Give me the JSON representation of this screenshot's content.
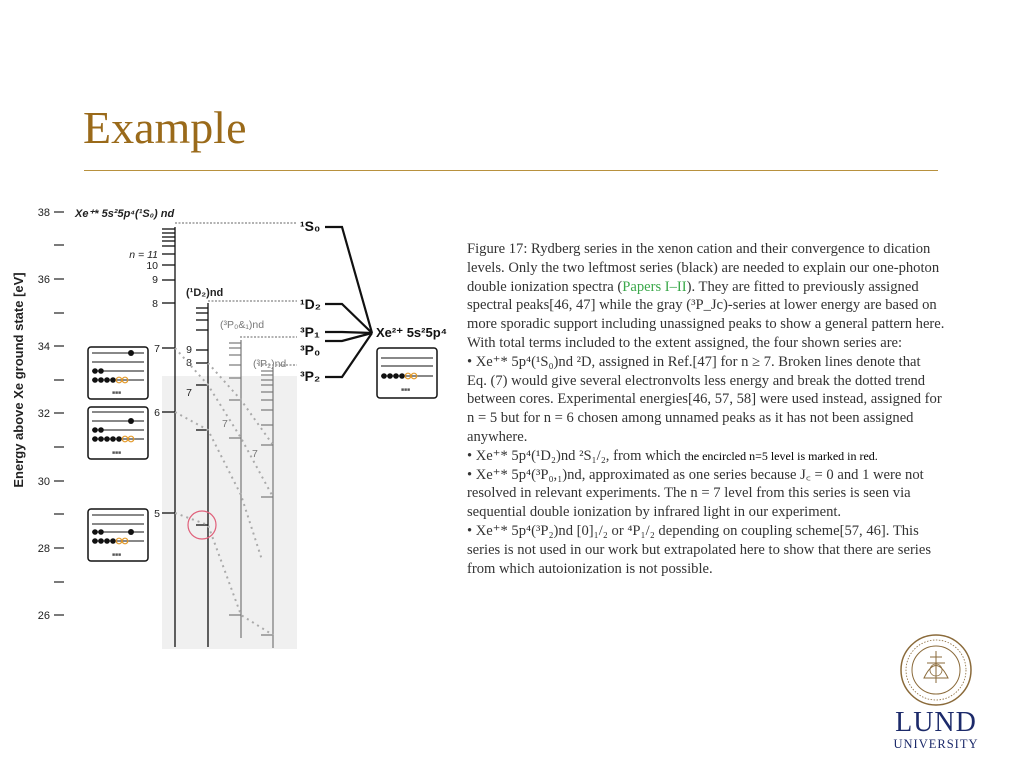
{
  "slide": {
    "title": "Example"
  },
  "diagram": {
    "ylabel": "Energy above Xe ground state [eV]",
    "yticks": [
      "38",
      "36",
      "34",
      "32",
      "30",
      "28",
      "26"
    ],
    "series_labels": {
      "s0": "Xe⁺* 5s²5p⁴(¹S₀) nd",
      "d2": "(¹D₂)nd",
      "p01": "(³P₀&₁)nd",
      "p2": "(³P₂)nd"
    },
    "level_labels": {
      "n11": "n = 11",
      "n10": "10",
      "n9": "9",
      "n8": "8",
      "n7": "7",
      "n6": "6",
      "n5": "5",
      "d9": "9",
      "d8": "8",
      "d7": "7",
      "p7": "7",
      "q7": "7"
    },
    "cation_states": {
      "s0": "¹S₀",
      "d2": "¹D₂",
      "p1": "³P₁",
      "p0": "³P₀",
      "p2": "³P₂"
    },
    "dication": "Xe²⁺ 5s²5p⁴",
    "dots": "■■■"
  },
  "caption": {
    "line1": "Figure 17: Rydberg series in the xenon cation and their convergence to dication",
    "line2": "levels. Only the two leftmost series (black) are needed to explain our one-photon",
    "line3a": "double ionization spectra (",
    "line3_link": "Papers I–II",
    "line3b": "). They are fitted to previously assigned",
    "line4": "spectral peaks[46, 47] while the gray (³P_Jc)-series at lower energy are based on",
    "line5": "more sporadic support including unassigned peaks to show a general pattern here.",
    "line6": "With total terms included to the extent assigned, the four shown series are:",
    "line7": "• Xe⁺* 5p⁴(¹S₀)nd ²D, assigned in Ref.[47] for n ≥ 7. Broken lines denote that",
    "line8": "Eq. (7) would give several electronvolts less energy and break the dotted trend",
    "line9": "between cores. Experimental energies[46, 57, 58] were used instead, assigned for",
    "line10": "n = 5 but for n = 6 chosen among unnamed peaks as it has not been assigned",
    "line11": "anywhere.",
    "line12": "• Xe⁺* 5p⁴(¹D₂)nd ²S₁/₂, from which",
    "line12_note": "the encircled n=5 level is marked in red.",
    "line13": "• Xe⁺* 5p⁴(³P₀,₁)nd, approximated as one series because J꜀ = 0 and 1 were not",
    "line14": "resolved in relevant experiments. The n = 7 level from this series is seen via",
    "line15": "sequential double ionization by infrared light in our experiment.",
    "line16": "• Xe⁺* 5p⁴(³P₂)nd [0]₁/₂ or ⁴P₁/₂ depending on coupling scheme[57, 46]. This",
    "line17": "series is not used in our work but extrapolated here to show that there are series",
    "line18": "from which autoionization is not possible."
  },
  "logo": {
    "word": "LUND",
    "sub": "UNIVERSITY"
  }
}
